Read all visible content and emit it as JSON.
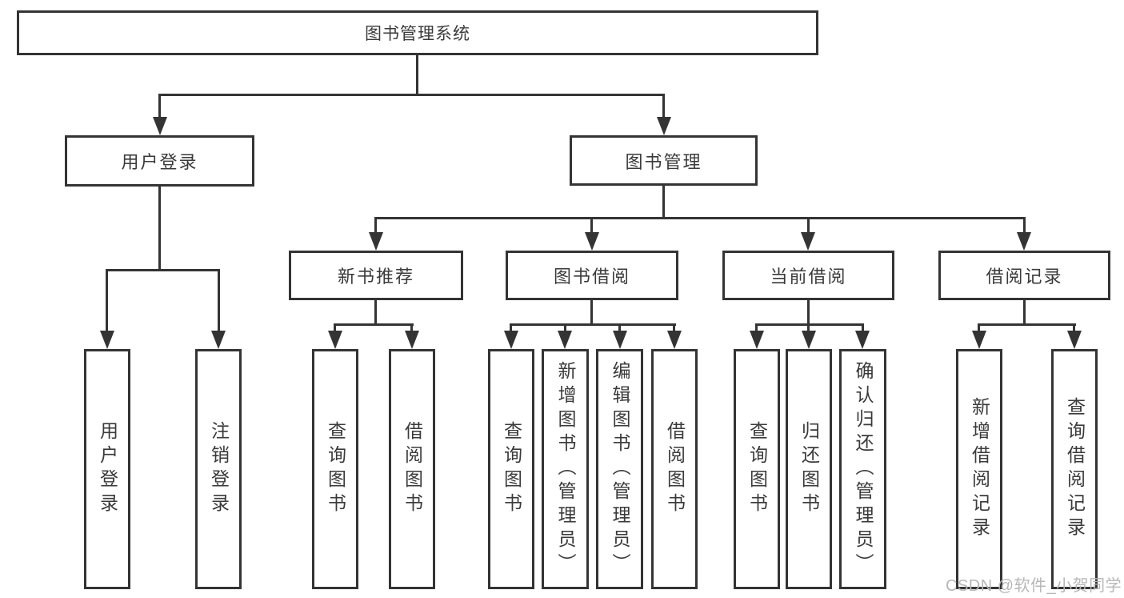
{
  "diagram": {
    "root": {
      "label": "图书管理系统"
    },
    "branches": [
      {
        "label": "用户登录",
        "children": [
          {
            "label": "用户登录"
          },
          {
            "label": "注销登录"
          }
        ]
      },
      {
        "label": "图书管理",
        "children": [
          {
            "label": "新书推荐",
            "children": [
              {
                "label": "查询图书"
              },
              {
                "label": "借阅图书"
              }
            ]
          },
          {
            "label": "图书借阅",
            "children": [
              {
                "label": "查询图书"
              },
              {
                "label": "新增图书（管理员）"
              },
              {
                "label": "编辑图书（管理员）"
              },
              {
                "label": "借阅图书"
              }
            ]
          },
          {
            "label": "当前借阅",
            "children": [
              {
                "label": "查询图书"
              },
              {
                "label": "归还图书"
              },
              {
                "label": "确认归还（管理员）"
              }
            ]
          },
          {
            "label": "借阅记录",
            "children": [
              {
                "label": "新增借阅记录"
              },
              {
                "label": "查询借阅记录"
              }
            ]
          }
        ]
      }
    ],
    "watermark": "CSDN @软件_小贺同学",
    "colors": {
      "border": "#343434",
      "line": "#343434",
      "text": "#3a3a3a",
      "watermark": "#b7b7b7",
      "background": "#ffffff"
    }
  }
}
